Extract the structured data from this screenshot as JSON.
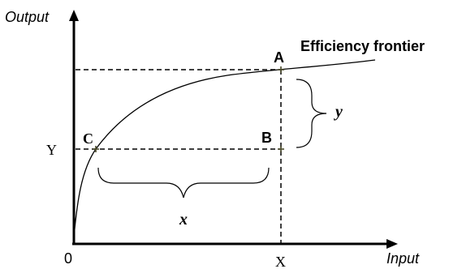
{
  "axes": {
    "y_axis_label": "Output",
    "x_axis_label": "Input",
    "origin_label": "0",
    "x_mark_label": "X",
    "y_mark_label": "Y"
  },
  "curve": {
    "label": "Efficiency frontier"
  },
  "points": {
    "a_label": "A",
    "b_label": "B",
    "c_label": "C"
  },
  "braces": {
    "x_label": "x",
    "y_label": "y"
  },
  "colors": {
    "ink": "#000000",
    "marker": "#4a4a2a"
  }
}
